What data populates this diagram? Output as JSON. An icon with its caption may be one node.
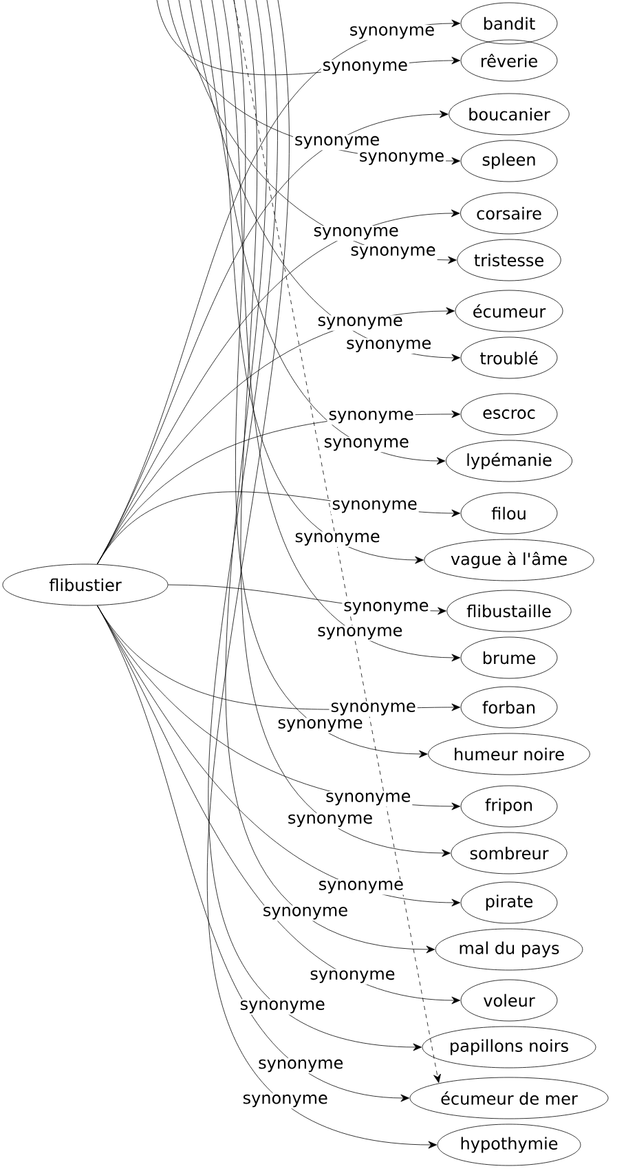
{
  "diagram": {
    "nodes": [
      {
        "text": [
          "flibustier"
        ]
      },
      {
        "text": [
          "bandit"
        ]
      },
      {
        "text": [
          "rêverie"
        ]
      },
      {
        "text": [
          "boucanier"
        ]
      },
      {
        "text": [
          "spleen"
        ]
      },
      {
        "text": [
          "corsaire"
        ]
      },
      {
        "text": [
          "tristesse"
        ]
      },
      {
        "text": [
          "écumeur"
        ]
      },
      {
        "text": [
          "troublé"
        ]
      },
      {
        "text": [
          "escroc"
        ]
      },
      {
        "text": [
          "lypémanie"
        ]
      },
      {
        "text": [
          "filou"
        ]
      },
      {
        "text": [
          "vague à l'âme"
        ]
      },
      {
        "text": [
          "flibustaille"
        ]
      },
      {
        "text": [
          "brume"
        ]
      },
      {
        "text": [
          "forban"
        ]
      },
      {
        "text": [
          "humeur noire"
        ]
      },
      {
        "text": [
          "fripon"
        ]
      },
      {
        "text": [
          "sombreur"
        ]
      },
      {
        "text": [
          "pirate"
        ]
      },
      {
        "text": [
          "mal du pays"
        ]
      },
      {
        "text": [
          "voleur"
        ]
      },
      {
        "text": [
          "papillons noirs"
        ]
      },
      {
        "text": [
          "écumeur de mer"
        ]
      },
      {
        "text": [
          "hypothymie"
        ]
      }
    ],
    "edges": [
      {
        "from": 0,
        "to": 1,
        "arrow": "to",
        "label": "synonyme"
      },
      {
        "from": null,
        "to": 2,
        "arrow": "to",
        "label": "synonyme"
      },
      {
        "from": 0,
        "to": 3,
        "arrow": "to",
        "label": "synonyme"
      },
      {
        "from": null,
        "to": 4,
        "arrow": "to",
        "label": "synonyme"
      },
      {
        "from": 0,
        "to": 5,
        "arrow": "to",
        "label": "synonyme"
      },
      {
        "from": null,
        "to": 6,
        "arrow": "to",
        "label": "synonyme"
      },
      {
        "from": 0,
        "to": 7,
        "arrow": "to",
        "label": "synonyme"
      },
      {
        "from": null,
        "to": 8,
        "arrow": "to",
        "label": "synonyme"
      },
      {
        "from": 0,
        "to": 9,
        "arrow": "to",
        "label": "synonyme"
      },
      {
        "from": null,
        "to": 10,
        "arrow": "to",
        "label": "synonyme"
      },
      {
        "from": 0,
        "to": 11,
        "arrow": "to",
        "label": "synonyme"
      },
      {
        "from": null,
        "to": 12,
        "arrow": "to",
        "label": "synonyme"
      },
      {
        "from": 0,
        "to": 13,
        "arrow": "to",
        "label": "synonyme"
      },
      {
        "from": null,
        "to": 14,
        "arrow": "to",
        "label": "synonyme"
      },
      {
        "from": 0,
        "to": 15,
        "arrow": "to",
        "label": "synonyme"
      },
      {
        "from": null,
        "to": 16,
        "arrow": "to",
        "label": "synonyme"
      },
      {
        "from": 0,
        "to": 17,
        "arrow": "to",
        "label": "synonyme"
      },
      {
        "from": null,
        "to": 18,
        "arrow": "to",
        "label": "synonyme"
      },
      {
        "from": 0,
        "to": 19,
        "arrow": "to",
        "label": "synonyme"
      },
      {
        "from": null,
        "to": 20,
        "arrow": "to",
        "label": "synonyme"
      },
      {
        "from": 0,
        "to": 21,
        "arrow": "to",
        "label": "synonyme"
      },
      {
        "from": null,
        "to": 22,
        "arrow": "to",
        "label": "synonyme"
      },
      {
        "from": 0,
        "to": 23,
        "arrow": "to",
        "label": "synonyme"
      },
      {
        "from": null,
        "to": 24,
        "arrow": "to",
        "label": "synonyme"
      },
      {
        "from": null,
        "to": 23,
        "arrow": "to",
        "style": "dashed"
      }
    ]
  }
}
